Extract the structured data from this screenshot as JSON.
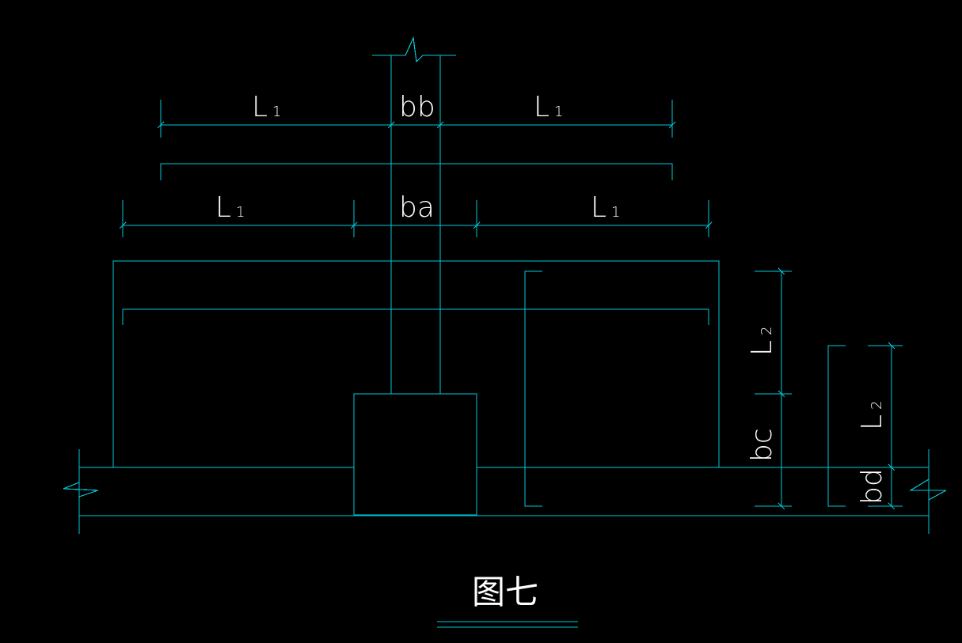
{
  "colors": {
    "background": "#000000",
    "line": "#00c8d8",
    "text": "#ffffff"
  },
  "labels": {
    "l1": "L",
    "l2": "L",
    "sub1": "1",
    "sub2": "2",
    "bb": "bb",
    "ba": "ba",
    "bc": "bc",
    "bd": "bd"
  },
  "caption": "图七"
}
